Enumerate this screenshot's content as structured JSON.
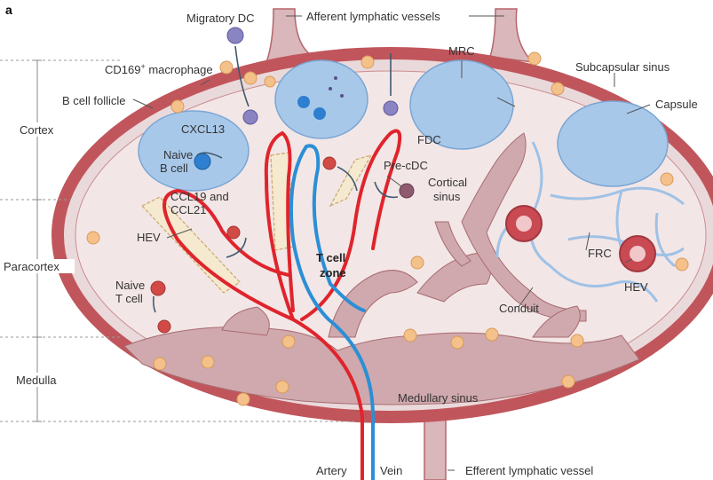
{
  "panel_letter": "a",
  "zones": {
    "cortex": "Cortex",
    "paracortex": "Paracortex",
    "medulla": "Medulla"
  },
  "labels": {
    "migratory_dc": "Migratory DC",
    "afferent": "Afferent lymphatic vessels",
    "cd169_main": "CD169",
    "cd169_sup": "+",
    "cd169_rest": " macrophage",
    "mrc": "MRC",
    "subcapsular_sinus": "Subcapsular sinus",
    "b_cell_follicle": "B cell follicle",
    "capsule": "Capsule",
    "cxcl13": "CXCL13",
    "naive_b_line1": "Naive",
    "naive_b_line2": "B cell",
    "fdc": "FDC",
    "pre_cdc": "Pre-cDC",
    "cortical_sinus_line1": "Cortical",
    "cortical_sinus_line2": "sinus",
    "ccl_line1": "CCL19 and",
    "ccl_line2": "CCL21",
    "hev_left": "HEV",
    "t_cell_zone_line1": "T cell",
    "t_cell_zone_line2": "zone",
    "frc": "FRC",
    "hev_right": "HEV",
    "naive_t_line1": "Naive",
    "naive_t_line2": "T cell",
    "conduit": "Conduit",
    "medullary_sinus": "Medullary sinus",
    "artery": "Artery",
    "vein": "Vein",
    "efferent": "Efferent lymphatic vessel"
  },
  "colors": {
    "capsule": "#c0565c",
    "node_fill": "#ead9da",
    "medulla_fill": "#cfa9ad",
    "follicle": "#a8c8ea",
    "artery": "#e0242c",
    "vein": "#2b8fd6",
    "conduit": "#a9cbe9",
    "macrophage": "#f4c18b",
    "t_cell": "#d24a46",
    "dc": "#8a84c2"
  }
}
